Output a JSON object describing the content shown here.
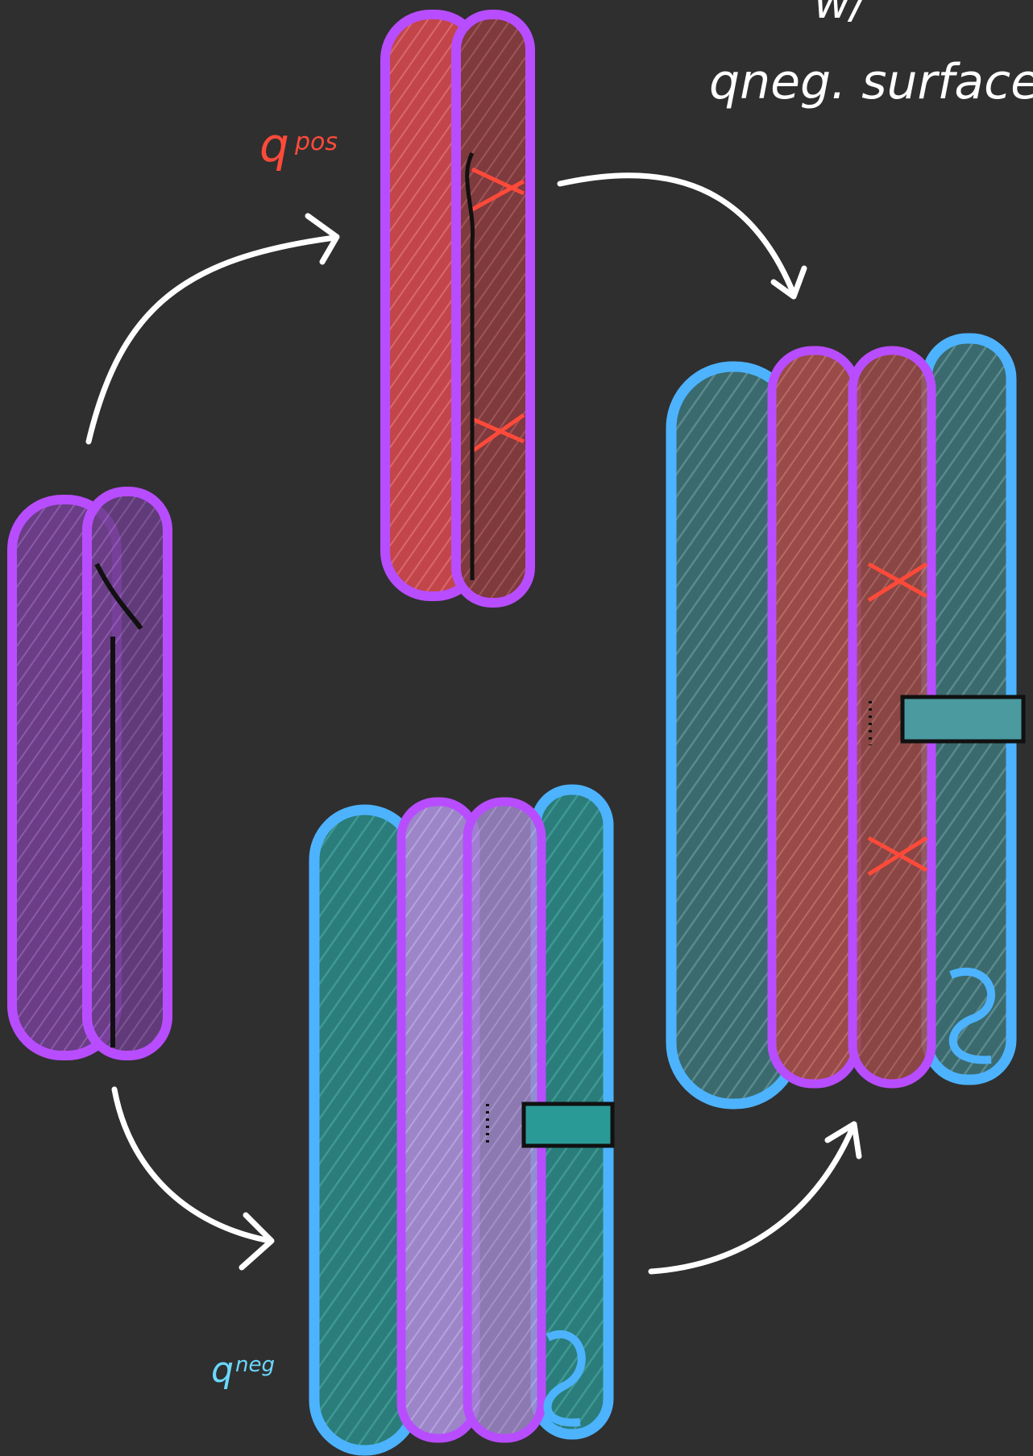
{
  "colors": {
    "background": "#2f2f2f",
    "arrow": "#ffffff",
    "purple_outline": "#b84dff",
    "purple_fill": "#6a3d86",
    "purple_fill_dark": "#5a3474",
    "red_fill": "#c2454a",
    "red_fill_dark": "#7e3a3d",
    "red_accent": "#ff4a3a",
    "blue_outline": "#4db3ff",
    "teal_fill": "#2a7d7a",
    "teal_fill_light": "#5e9ca8",
    "lavender_fill": "#9c86c8",
    "brown_fill": "#9a4a48",
    "outline_dark": "#111111",
    "qpos_label": "#ff4a3a",
    "qneg_label": "#6ad8ff",
    "heading_text": "#ffffff"
  },
  "labels": {
    "heading_top": "w/",
    "heading": "qneg. surface",
    "qpos": "q",
    "qpos_sup": "pos",
    "qneg": "q",
    "qneg_sup": "neg"
  },
  "nodes": [
    {
      "id": "purple-pair",
      "icon": "purple-protein-dimer"
    },
    {
      "id": "red-pair",
      "icon": "red-protein-dimer"
    },
    {
      "id": "lavender-complex",
      "icon": "lavender-teal-complex"
    },
    {
      "id": "brown-complex",
      "icon": "brown-teal-complex"
    }
  ],
  "arrows": [
    {
      "from": "purple-pair",
      "to": "red-pair"
    },
    {
      "from": "red-pair",
      "to": "brown-complex"
    },
    {
      "from": "purple-pair",
      "to": "lavender-complex"
    },
    {
      "from": "lavender-complex",
      "to": "brown-complex"
    }
  ]
}
